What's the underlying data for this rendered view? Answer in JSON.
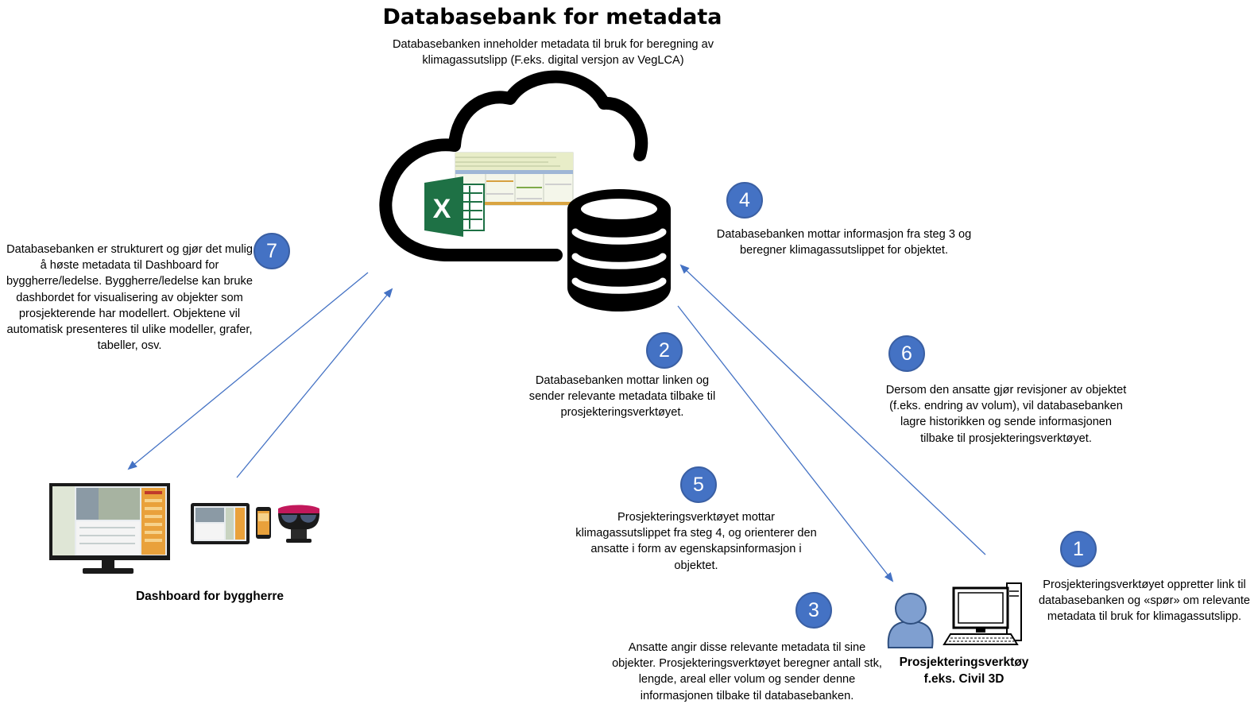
{
  "title": "Databasebank for metadata",
  "subtitle": "Databasebanken inneholder metadata til bruk for beregning av klimagassutslipp (F.eks. digital versjon av VegLCA)",
  "steps": [
    {
      "number": "1",
      "text": "Prosjekteringsverktøyet oppretter link til databasebanken og «spør» om relevante metadata til bruk for klimagassutslipp."
    },
    {
      "number": "2",
      "text": "Databasebanken mottar linken og sender relevante metadata tilbake til prosjekteringsverktøyet."
    },
    {
      "number": "3",
      "text": "Ansatte angir disse relevante metadata til sine objekter. Prosjekteringsverktøyet beregner antall stk, lengde, areal eller volum og sender denne informasjonen tilbake til databasebanken."
    },
    {
      "number": "4",
      "text": "Databasebanken mottar informasjon fra steg 3 og beregner klimagassutslippet for objektet."
    },
    {
      "number": "5",
      "text": "Prosjekteringsverktøyet mottar klimagassutslippet fra steg 4, og orienterer den ansatte i form av egenskapsinformasjon i objektet."
    },
    {
      "number": "6",
      "text": "Dersom den ansatte gjør revisjoner av objektet (f.eks. endring av volum), vil databasebanken lagre historikken og sende informasjonen tilbake til prosjekteringsverktøyet."
    },
    {
      "number": "7",
      "text": "Databasebanken er strukturert og gjør det mulig å høste metadata til Dashboard for byggherre/ledelse. Byggherre/ledelse kan bruke dashbordet for visualisering av objekter som prosjekterende har modellert. Objektene vil automatisk presenteres til ulike modeller, grafer, tabeller, osv."
    }
  ],
  "labels": {
    "dashboard": "Dashboard for byggherre",
    "tool_line1": "Prosjekteringsverktøy",
    "tool_line2": "f.eks. Civil 3D"
  },
  "colors": {
    "badge": "#4472c4",
    "arrow": "#4472c4",
    "excel_green": "#1e7145"
  },
  "icons": [
    "cloud-icon",
    "database-icon",
    "excel-icon",
    "user-icon",
    "computer-icon",
    "monitor-icon",
    "tablet-icon",
    "phone-icon",
    "vr-headset-icon"
  ]
}
